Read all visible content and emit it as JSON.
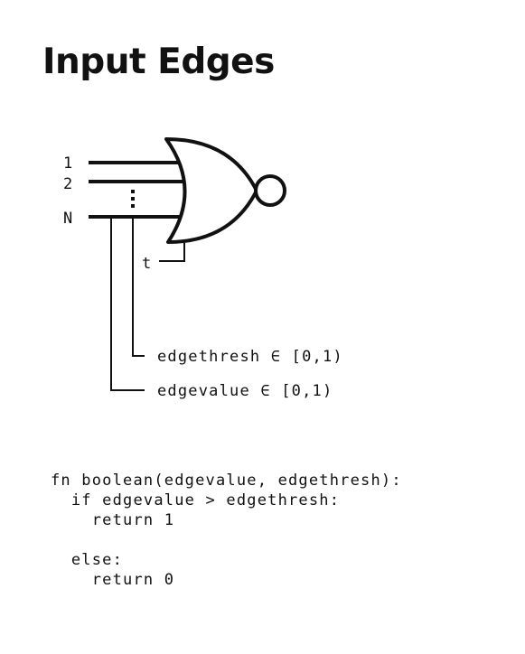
{
  "title": "Input Edges",
  "diagram": {
    "gate_type": "NOR",
    "input_labels": [
      "1",
      "2",
      "N"
    ],
    "ellipsis": "⋮",
    "threshold_label": "t",
    "edgethresh_label": "edgethresh ∈ [0,1)",
    "edgevalue_label": "edgevalue ∈ [0,1)"
  },
  "code": {
    "lines": [
      "fn boolean(edgevalue, edgethresh):",
      "  if edgevalue > edgethresh:",
      "    return 1",
      "",
      "  else:",
      "    return 0"
    ]
  }
}
